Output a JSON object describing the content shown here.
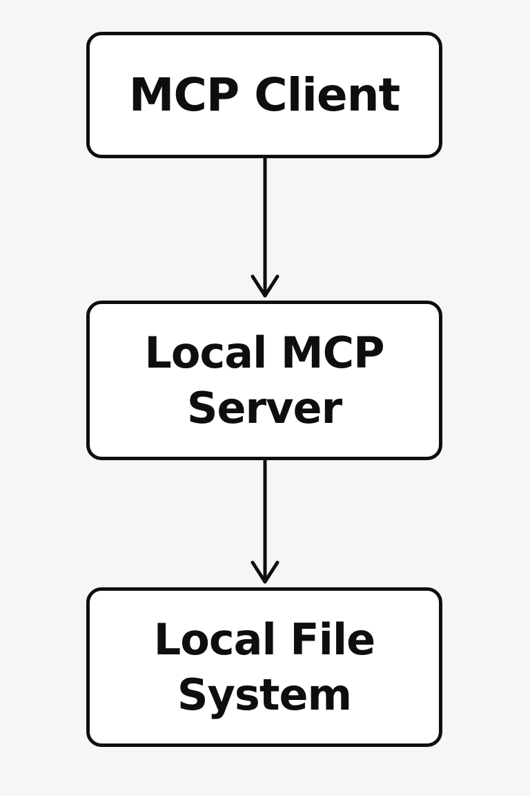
{
  "diagram": {
    "type": "flowchart",
    "direction": "top-to-bottom",
    "colors": {
      "background": "#f6f6f6",
      "box_fill": "#ffffff",
      "stroke": "#0e0e0e",
      "text": "#0e0e0e"
    },
    "nodes": [
      {
        "id": "mcp-client",
        "label": "MCP Client"
      },
      {
        "id": "local-mcp-server",
        "label": "Local MCP\nServer"
      },
      {
        "id": "local-file-system",
        "label": "Local File\nSystem"
      }
    ],
    "edges": [
      {
        "from": "mcp-client",
        "to": "local-mcp-server"
      },
      {
        "from": "local-mcp-server",
        "to": "local-file-system"
      }
    ]
  }
}
